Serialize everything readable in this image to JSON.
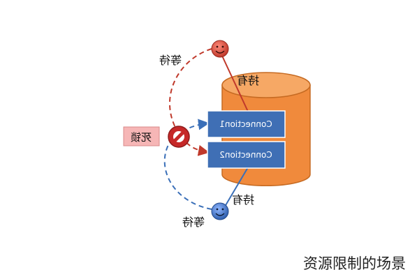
{
  "labels": {
    "wait_top": "等待",
    "hold_top": "持有",
    "deadlock": "死锁",
    "hold_bottom": "持有",
    "wait_bottom": "等待"
  },
  "connections": [
    "Connection1",
    "Connection2"
  ],
  "caption": "资源限制的场景",
  "colors": {
    "red_thread": "#c0392b",
    "blue_thread": "#3a6fb8",
    "resource_cylinder": "#f08a3c",
    "connection_box": "#3f6fb5",
    "deadlock_box": "#f6b6b6"
  },
  "icons": {
    "top_thread": "smiley-face-icon",
    "bottom_thread": "smiley-face-icon",
    "deadlock": "no-entry-icon"
  }
}
